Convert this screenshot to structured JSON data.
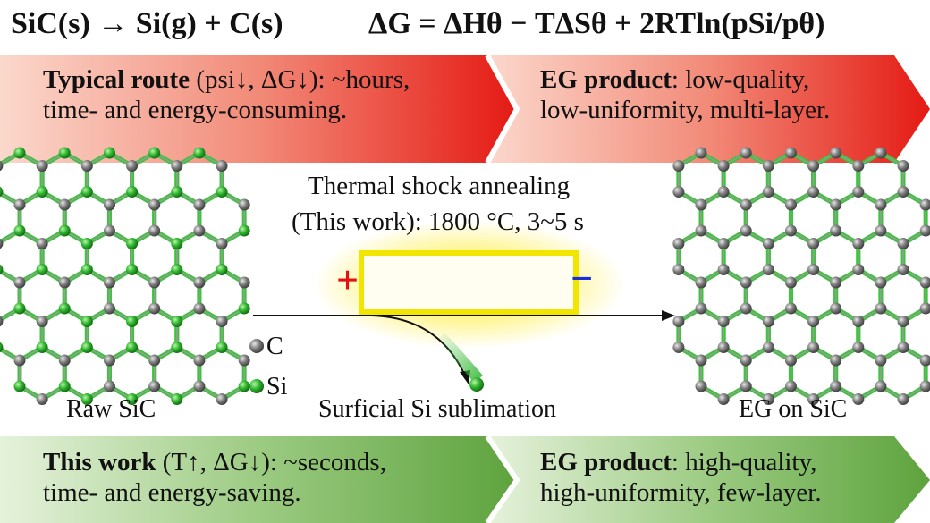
{
  "equations": {
    "reaction": "SiC(s) → Si(g) + C(s)",
    "gibbs": "ΔG = ΔHθ − TΔSθ + 2RTln(pSi/pθ)"
  },
  "top_banner": {
    "left": {
      "bold": "Typical route",
      "rest_line1": " (psi↓, ΔG↓): ~hours,",
      "line2": "time- and energy-consuming."
    },
    "right": {
      "bold": "EG product",
      "rest_line1": ": low-quality,",
      "line2": "low-uniformity, multi-layer."
    }
  },
  "bottom_banner": {
    "left": {
      "bold": "This work",
      "rest_line1": " (T↑, ΔG↓): ~seconds,",
      "line2": "time- and energy-saving."
    },
    "right": {
      "bold": "EG product",
      "rest_line1": ": high-quality,",
      "line2": "high-uniformity, few-layer."
    }
  },
  "center": {
    "process_line1": "Thermal shock annealing",
    "process_line2": "(This work): 1800 °C, 3~5 s",
    "sublimation_label": "Surficial Si sublimation",
    "plus_sign": "+",
    "minus_sign": "−"
  },
  "left_structure": {
    "label": "Raw SiC"
  },
  "right_structure": {
    "label": "EG on SiC"
  },
  "legend": {
    "c": "C",
    "si": "Si"
  },
  "colors": {
    "carbon": "#7d7d7d",
    "silicon": "#2fb52f",
    "heater_border": "#f2e600",
    "top_left_banner": "#f7c2b2",
    "top_right_banner": "#ee2a20",
    "bottom_left_banner": "#d3e8c6",
    "bottom_right_banner": "#69ad4a",
    "plus_color": "#e21010",
    "minus_color": "#1a2fd8"
  },
  "icons": [
    "right-arrow-icon",
    "sublimation-curve-arrow-icon",
    "silicon-atom-icon",
    "carbon-atom-icon"
  ]
}
